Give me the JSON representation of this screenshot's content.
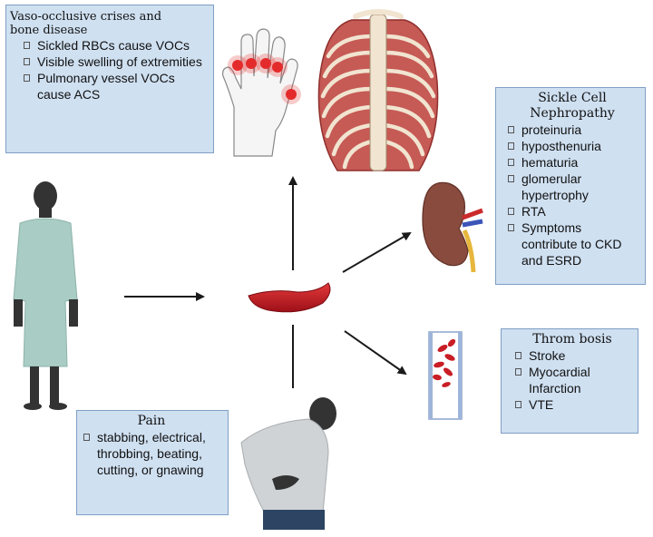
{
  "vaso_box": {
    "title_line1": "Vaso-occlusive crises and",
    "title_line2": "bone disease",
    "items": [
      "Sickled RBCs cause VOCs",
      "Visible swelling of extremities",
      "Pulmonary vessel VOCs cause ACS"
    ]
  },
  "nephropathy_box": {
    "title_line1": "Sickle Cell",
    "title_line2": "Nephropathy",
    "items": [
      "proteinuria",
      "hyposthenuria",
      "hematuria",
      "glomerular hypertrophy",
      "RTA",
      "Symptoms contribute to CKD and ESRD"
    ]
  },
  "thrombosis_box": {
    "title": "Throm bosis",
    "items": [
      "Stroke",
      "Myocardial Infarction",
      "VTE"
    ]
  },
  "pain_box": {
    "title": "Pain",
    "items": [
      "stabbing, electrical, throbbing, beating, cutting, or gnawing"
    ]
  },
  "colors": {
    "box_fill": "#cfe0f1",
    "box_border": "#7f9fc4",
    "sickle_cell": "#b3121c",
    "kidney": "#8a4b3f",
    "arrow": "#1a1a1a"
  },
  "icons": [
    "patient-figure-icon",
    "hand-icon",
    "ribcage-icon",
    "sickle-cell-icon",
    "kidney-icon",
    "blood-vessel-icon",
    "person-in-pain-icon"
  ]
}
